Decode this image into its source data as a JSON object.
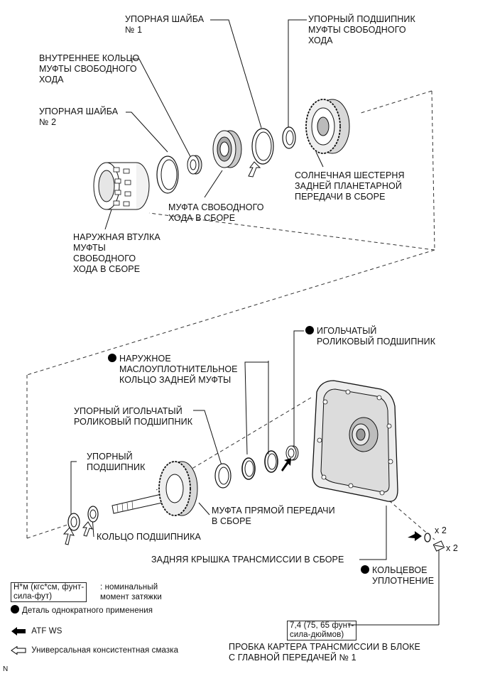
{
  "labels": {
    "thrust_washer_1": "УПОРНАЯ ШАЙБА\n№ 1",
    "thrust_bearing_oneway": "УПОРНЫЙ ПОДШИПНИК\nМУФТЫ СВОБОДНОГО\nХОДА",
    "inner_race": "ВНУТРЕННЕЕ КОЛЬЦО\nМУФТЫ СВОБОДНОГО\nХОДА",
    "thrust_washer_2": "УПОРНАЯ ШАЙБА\n№ 2",
    "sun_gear": "СОЛНЕЧНАЯ ШЕСТЕРНЯ\nЗАДНЕЙ ПЛАНЕТАРНОЙ\nПЕРЕДАЧИ В СБОРЕ",
    "oneway_clutch": "МУФТА СВОБОДНОГО\nХОДА В СБОРЕ",
    "outer_race": "НАРУЖНАЯ ВТУЛКА\nМУФТЫ\nСВОБОДНОГО\nХОДА В СБОРЕ",
    "needle_bearing": "ИГОЛЬЧАТЫЙ\nРОЛИКОВЫЙ ПОДШИПНИК",
    "oil_seal_ring": "НАРУЖНОЕ\nМАСЛОУПЛОТНИТЕЛЬНОЕ\nКОЛЬЦО ЗАДНЕЙ МУФТЫ",
    "thrust_needle_bearing": "УПОРНЫЙ ИГОЛЬЧАТЫЙ\nРОЛИКОВЫЙ ПОДШИПНИК",
    "thrust_bearing": "УПОРНЫЙ\nПОДШИПНИК",
    "direct_clutch": "МУФТА ПРЯМОЙ ПЕРЕДАЧИ\nВ СБОРЕ",
    "bearing_race": "КОЛЬЦО ПОДШИПНИКА",
    "rear_cover": "ЗАДНЯЯ КРЫШКА ТРАНСМИССИИ В СБОРЕ",
    "o_ring": "КОЛЬЦЕВОЕ\nУПЛОТНЕНИЕ",
    "plug": "ПРОБКА КАРТЕРА ТРАНСМИССИИ В БЛОКЕ\nС ГЛАВНОЙ ПЕРЕДАЧЕЙ № 1",
    "torque_value": "7,4 (75, 65 фунт-\nсила-дюймов)",
    "qty_x2_a": "x 2",
    "qty_x2_b": "x 2"
  },
  "legend": {
    "torque_box": "Н*м (кгс*см, фунт-\nсила-фут)",
    "torque_desc": ": номинальный\nмомент затяжки",
    "single_use": "Деталь однократного применения",
    "atf": "ATF WS",
    "grease": "Универсальная консистентная смазка"
  },
  "corner_mark": "N",
  "colors": {
    "line": "#111111",
    "dashed": "#333333",
    "fill_light": "#e6e6e6",
    "fill_mid": "#c8c8c8"
  }
}
